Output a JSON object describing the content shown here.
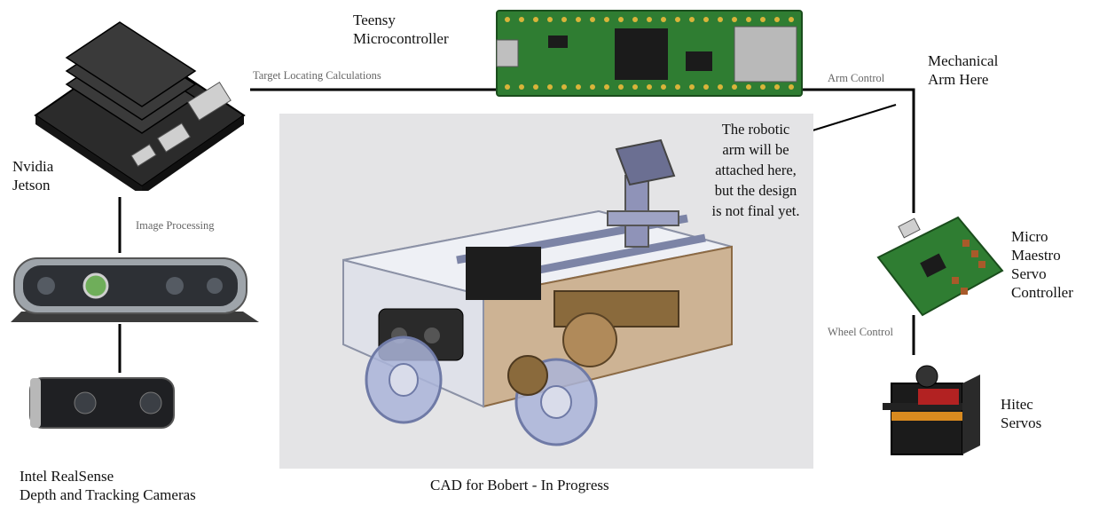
{
  "nodes": {
    "teensy": "Teensy\nMicrocontroller",
    "jetson": "Nvidia\nJetson",
    "arm": "Mechanical\nArm Here",
    "maestro": "Micro\nMaestro\nServo\nController",
    "servos": "Hitec\nServos",
    "realsense": "Intel RealSense\nDepth and Tracking Cameras"
  },
  "edges": {
    "target": "Target Locating Calculations",
    "arm_control": "Arm Control",
    "image_processing": "Image Processing",
    "wheel_control": "Wheel Control"
  },
  "callout": "The robotic\narm will be\nattached here,\nbut the design\nis not final yet.",
  "cad_caption": "CAD for Bobert - In Progress",
  "colors": {
    "pcb_green": "#2f7d32",
    "jetson_black": "#1f1f1f",
    "cad_bg": "#e4e4e6",
    "chassis_tan": "#c9a77a",
    "wheel_blue": "#aab4d8"
  },
  "icons": [
    "jetson-board-icon",
    "teensy-board-icon",
    "realsense-depth-camera-icon",
    "realsense-tracking-camera-icon",
    "maestro-board-icon",
    "hitec-servo-icon",
    "robot-cad-render"
  ]
}
